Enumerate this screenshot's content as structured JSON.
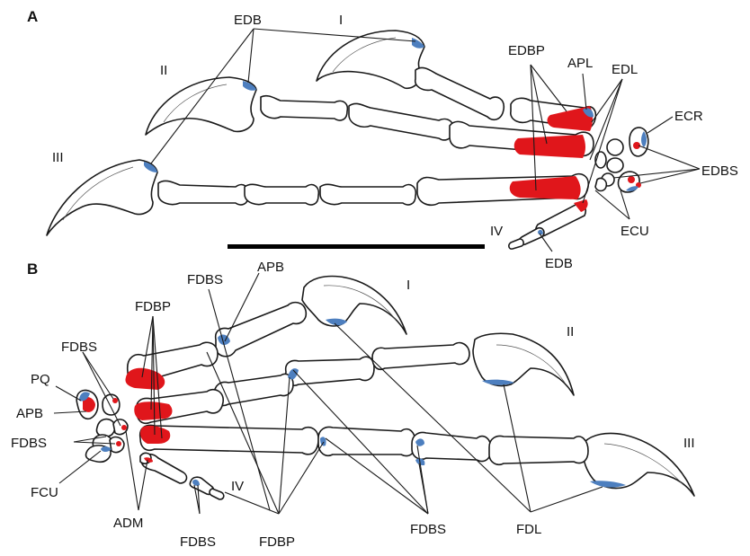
{
  "panels": {
    "a": "A",
    "b": "B"
  },
  "colors": {
    "extensor_origin": "#e0161b",
    "insertion": "#4d7fbf",
    "outline": "#1a1a1a"
  },
  "panel_a": {
    "digits": {
      "d1": "I",
      "d2": "II",
      "d3": "III",
      "d4": "IV"
    },
    "labels": {
      "edb_top": "EDB",
      "edbp": "EDBP",
      "apl": "APL",
      "edl": "EDL",
      "ecr": "ECR",
      "edbs": "EDBS",
      "ecu": "ECU",
      "edb_bottom": "EDB"
    }
  },
  "panel_b": {
    "digits": {
      "d1": "I",
      "d2": "II",
      "d3": "III",
      "d4": "IV"
    },
    "labels": {
      "fdbs_top": "FDBS",
      "apb_top": "APB",
      "fdbp_top": "FDBP",
      "fdbs_left": "FDBS",
      "pq": "PQ",
      "apb_left": "APB",
      "fdbs_left2": "FDBS",
      "fcu": "FCU",
      "adm": "ADM",
      "fdbs_bottom": "FDBS",
      "fdbp_bottom": "FDBP",
      "fdbs_right": "FDBS",
      "fdl": "FDL"
    }
  }
}
